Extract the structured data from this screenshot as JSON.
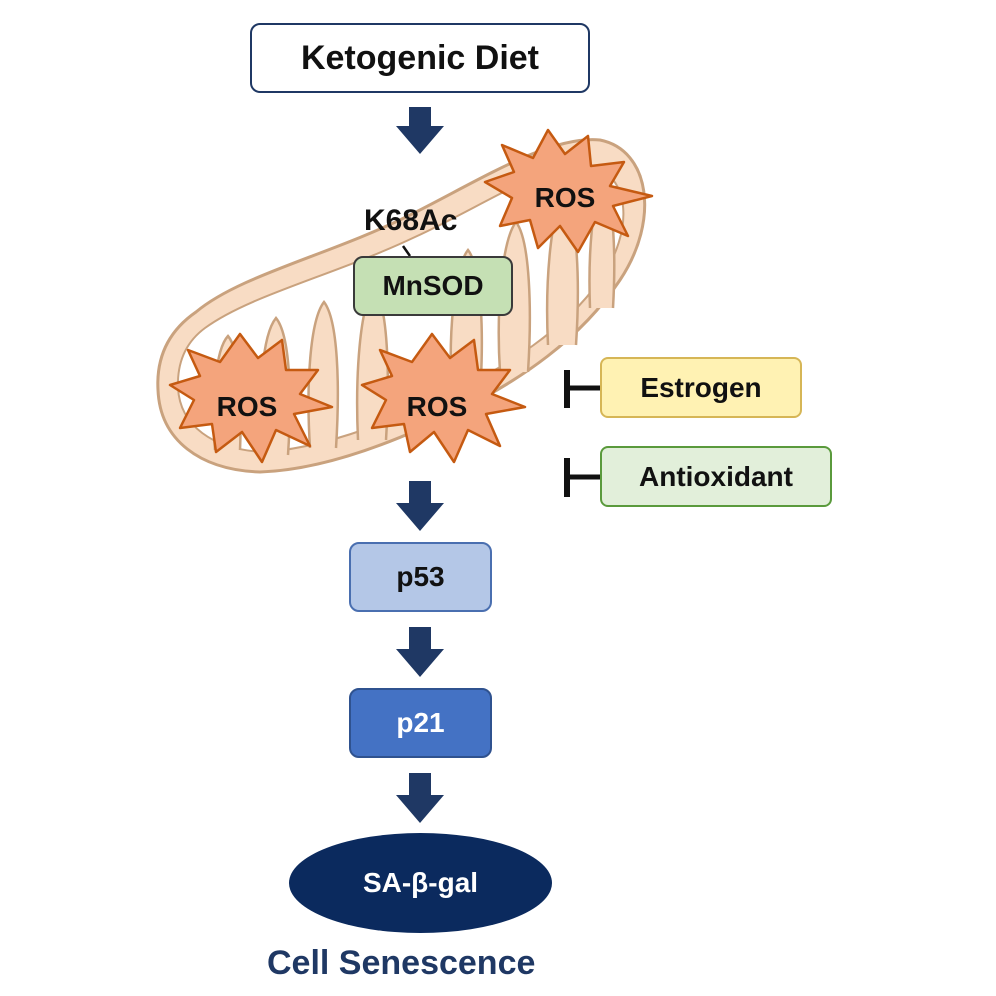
{
  "diagram": {
    "title": "Ketogenic Diet",
    "acetylation_label": "K68Ac",
    "enzyme_label": "MnSOD",
    "ros_labels": [
      "ROS",
      "ROS",
      "ROS"
    ],
    "inhibitors": [
      "Estrogen",
      "Antioxidant"
    ],
    "pathway": [
      "p53",
      "p21"
    ],
    "marker_label": "SA-β-gal",
    "outcome_label": "Cell Senescence"
  },
  "colors": {
    "arrow": "#1f3864",
    "mitochondrion_fill": "#f8dcc4",
    "mitochondrion_stroke": "#c9a27e",
    "ros_fill": "#f4a47c",
    "ros_stroke": "#c55a11",
    "mnsod_fill": "#c5e0b4",
    "estrogen_fill": "#fff2b3",
    "antioxidant_fill": "#e2efda",
    "p53_fill": "#b4c7e7",
    "p21_fill": "#4472c4",
    "marker_fill": "#0b2a5e",
    "outcome_text": "#1f3864"
  }
}
